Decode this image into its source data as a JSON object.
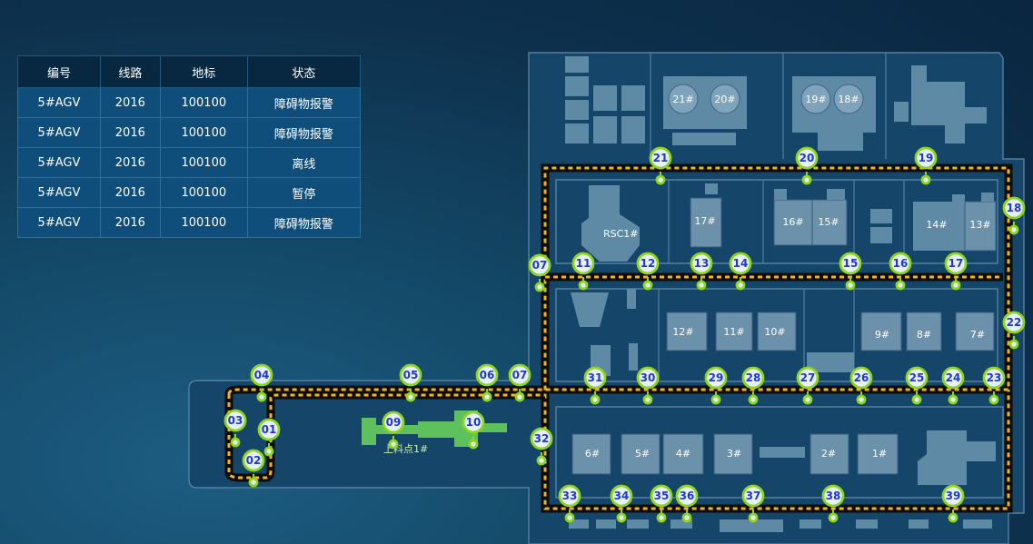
{
  "table": {
    "headers": [
      "编号",
      "线路",
      "地标",
      "状态"
    ],
    "rows": [
      [
        "5#AGV",
        "2016",
        "100100",
        "障碍物报警"
      ],
      [
        "5#AGV",
        "2016",
        "100100",
        "障碍物报警"
      ],
      [
        "5#AGV",
        "2016",
        "100100",
        "离线"
      ],
      [
        "5#AGV",
        "2016",
        "100100",
        "暂停"
      ],
      [
        "5#AGV",
        "2016",
        "100100",
        "障碍物报警"
      ]
    ]
  },
  "map": {
    "station_label": "上料点1#",
    "equipment_label": "RSC1#",
    "building_labels": [
      "21#",
      "20#",
      "19#",
      "18#",
      "17#",
      "16#",
      "15#",
      "14#",
      "13#",
      "12#",
      "11#",
      "10#",
      "9#",
      "8#",
      "7#",
      "6#",
      "5#",
      "4#",
      "3#",
      "2#",
      "1#"
    ],
    "points": [
      {
        "label": "04",
        "status": "alarm"
      },
      {
        "label": "05",
        "status": "run"
      },
      {
        "label": "06",
        "status": "normal"
      },
      {
        "label": "07",
        "status": "normal"
      },
      {
        "label": "03",
        "status": "alarm"
      },
      {
        "label": "01",
        "status": "alarm"
      },
      {
        "label": "02",
        "status": "alarm"
      },
      {
        "label": "09",
        "status": "run"
      },
      {
        "label": "10",
        "status": "normal"
      },
      {
        "label": "32",
        "status": "normal"
      },
      {
        "label": "31",
        "status": "normal"
      },
      {
        "label": "30",
        "status": "alarm"
      },
      {
        "label": "29",
        "status": "alarm"
      },
      {
        "label": "28",
        "status": "alarm"
      },
      {
        "label": "27",
        "status": "alarm"
      },
      {
        "label": "26",
        "status": "alarm"
      },
      {
        "label": "25",
        "status": "alarm"
      },
      {
        "label": "24",
        "status": "alarm"
      },
      {
        "label": "23",
        "status": "normal"
      },
      {
        "label": "22",
        "status": "normal"
      },
      {
        "label": "18",
        "status": "normal"
      },
      {
        "label": "21",
        "status": "alarm"
      },
      {
        "label": "20",
        "status": "alarm"
      },
      {
        "label": "19",
        "status": "alarm"
      },
      {
        "label": "07",
        "status": "normal"
      },
      {
        "label": "11",
        "status": "alarm"
      },
      {
        "label": "12",
        "status": "alarm"
      },
      {
        "label": "13",
        "status": "alarm"
      },
      {
        "label": "14",
        "status": "alarm"
      },
      {
        "label": "15",
        "status": "alarm"
      },
      {
        "label": "16",
        "status": "alarm"
      },
      {
        "label": "17",
        "status": "alarm"
      },
      {
        "label": "33",
        "status": "alarm"
      },
      {
        "label": "34",
        "status": "alarm"
      },
      {
        "label": "35",
        "status": "alarm"
      },
      {
        "label": "36",
        "status": "alarm"
      },
      {
        "label": "37",
        "status": "alarm"
      },
      {
        "label": "38",
        "status": "alarm"
      },
      {
        "label": "39",
        "status": "alarm"
      }
    ]
  },
  "colors": {
    "alarm": "#e6252b",
    "run": "#2d63e8",
    "normal": "#35d43a",
    "track": "#f2b51c",
    "pin_border": "#8cd61c",
    "pin_text": "#1d38d2"
  }
}
